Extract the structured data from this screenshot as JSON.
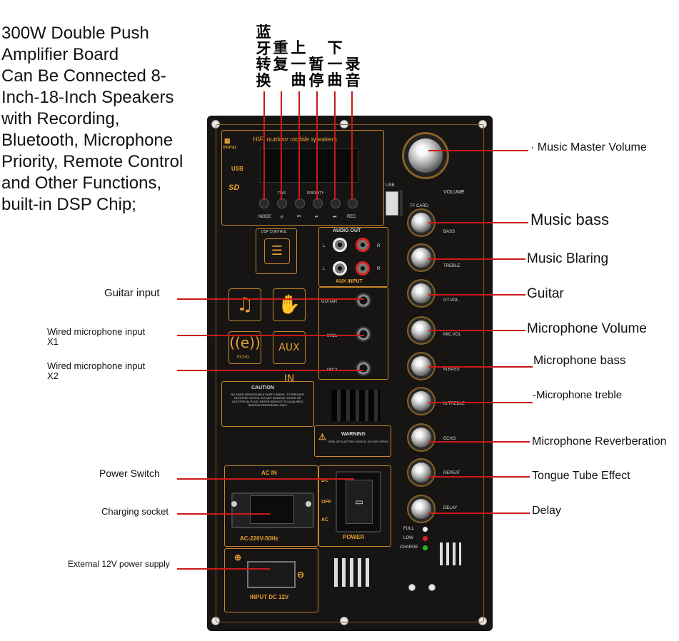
{
  "intro_text": "300W Double Push\nAmplifier Board\nCan Be Connected 8-\nInch-18-Inch Speakers\nwith Recording,\nBluetooth, Microphone\nPriority, Remote Control\nand Other Functions,\nbuilt-in DSP Chip;",
  "chinese_labels": [
    {
      "text": "蓝\n牙\n转\n换"
    },
    {
      "text": "重\n复"
    },
    {
      "text": "上\n一\n曲"
    },
    {
      "text": "暂\n停"
    },
    {
      "text": "下\n一\n曲"
    },
    {
      "text": "录\n音"
    }
  ],
  "board": {
    "brand": "HIFI outdoor mobile speakers",
    "logo_small": "DIGITAL",
    "usb_logo": "USB",
    "sd_logo": "SD",
    "buttons": [
      "MODE",
      "↺",
      "⏮",
      "⏯",
      "⏭",
      "REC"
    ],
    "button_sub": [
      "",
      "TWS",
      "",
      "PRIORITY",
      "",
      ""
    ],
    "usb_label": "USB",
    "tf_label": "TF CARD",
    "volume_label": "VOLUME",
    "dsp_control": "DSP CONTROL",
    "audio_out": "AUDIO OUT",
    "aux_input": "AUX INPUT",
    "lr": [
      "L",
      "R",
      "L",
      "R"
    ],
    "guitar": "GUITAR",
    "mic1": "MIC1",
    "mic2": "MIC2",
    "echo_label": "ECHO",
    "aux_in_label": "AUX IN",
    "caution_title": "CAUTION",
    "caution_text": "NO USER SERVICEABLE PARTS INSIDE. TO PREVENT ELECTRIC SHOCK, DO NOT REMOVE COVER OR ELECTRICAL PLUG. REFER SERVICE TO QUALIFIED SERVICE PERSONNEL ONLY.",
    "warning_title": "WARNING",
    "warning_text": "RISK OF ELECTRIC SHOCK. DO NOT OPEN!",
    "ac_in": "AC IN",
    "ac_rating": "AC-220V-50Hz",
    "switch_dc": "DC",
    "switch_off": "OFF",
    "switch_ac": "AC",
    "power": "POWER",
    "input_dc": "INPUT DC 12V",
    "knob_labels": [
      "BASS",
      "TREBLE",
      "GT.VOL",
      "MIC.VOL",
      "M.BASS",
      "M.TREBLE",
      "ECHO",
      "REPEAT",
      "DELAY"
    ],
    "charge_labels": [
      "FULL",
      "LOW",
      "CHARGE"
    ]
  },
  "callouts_right": [
    {
      "text": "· Music Master Volume"
    },
    {
      "text": "Music bass"
    },
    {
      "text": "Music Blaring"
    },
    {
      "text": "Guitar"
    },
    {
      "text": "Microphone Volume"
    },
    {
      "text": "Microphone bass"
    },
    {
      "text": "-Microphone treble"
    },
    {
      "text": "Microphone Reverberation"
    },
    {
      "text": "Tongue Tube Effect"
    },
    {
      "text": "Delay"
    }
  ],
  "callouts_left": [
    {
      "text": "Guitar input"
    },
    {
      "text": "Wired microphone input\nX1"
    },
    {
      "text": "Wired microphone input\nX2"
    },
    {
      "text": "Power Switch"
    },
    {
      "text": "Charging socket"
    },
    {
      "text": "External 12V power supply"
    }
  ],
  "colors": {
    "board": "#161514",
    "accent": "#e8a030",
    "callout_line": "#cc1818"
  }
}
